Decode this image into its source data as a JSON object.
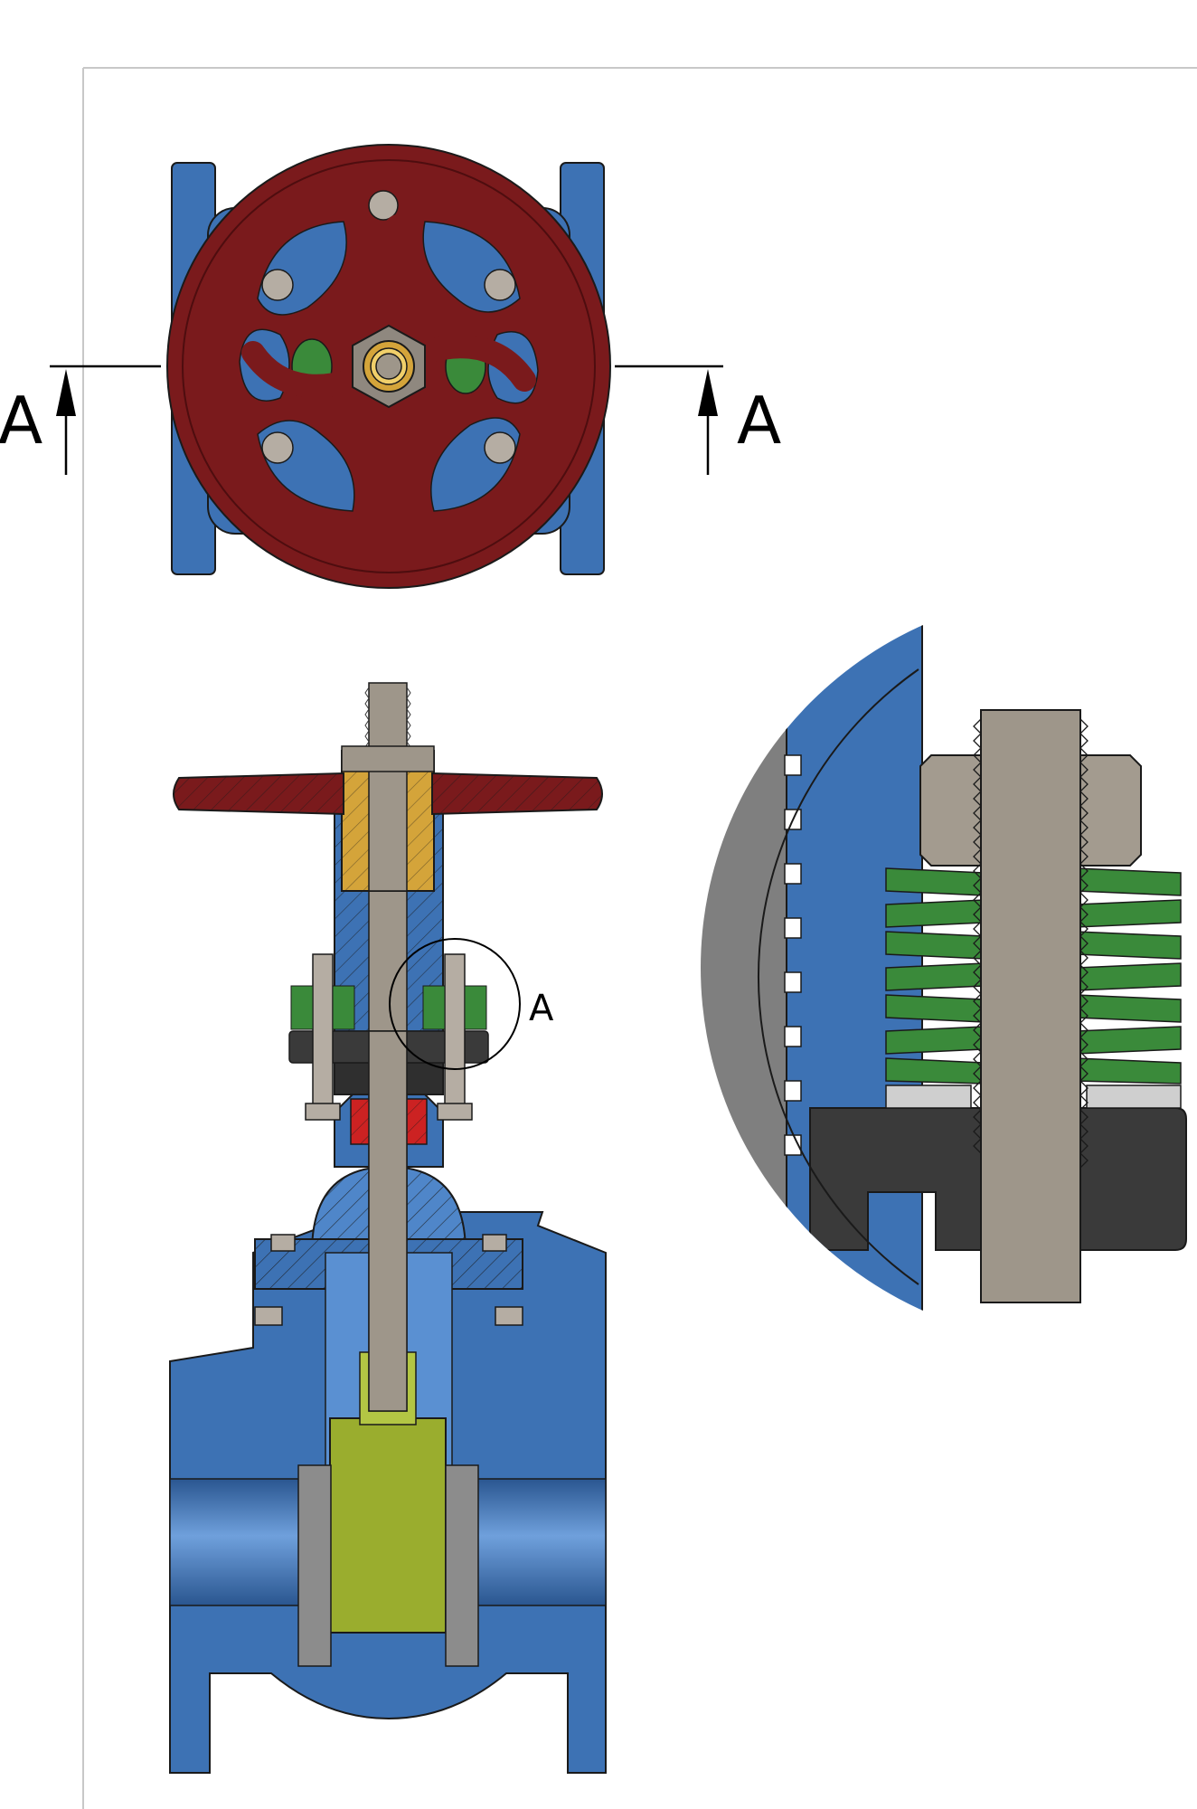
{
  "section_marker": {
    "left_letter": "A",
    "right_letter": "A"
  },
  "detail_marker": {
    "letter": "A"
  },
  "colors": {
    "body_blue": "#3d72b4",
    "body_blue_dark": "#2a5690",
    "handwheel_red": "#7a1a1c",
    "handwheel_red_dark": "#4e0d0f",
    "stem_gray": "#9e968a",
    "nut_gold": "#d4a43a",
    "spring_green": "#3a8a3a",
    "gland_dark": "#3a3a3a",
    "packing_red": "#cc2222",
    "wedge_yellow_green": "#9aad2e",
    "seat_steel": "#8c8c8c"
  }
}
